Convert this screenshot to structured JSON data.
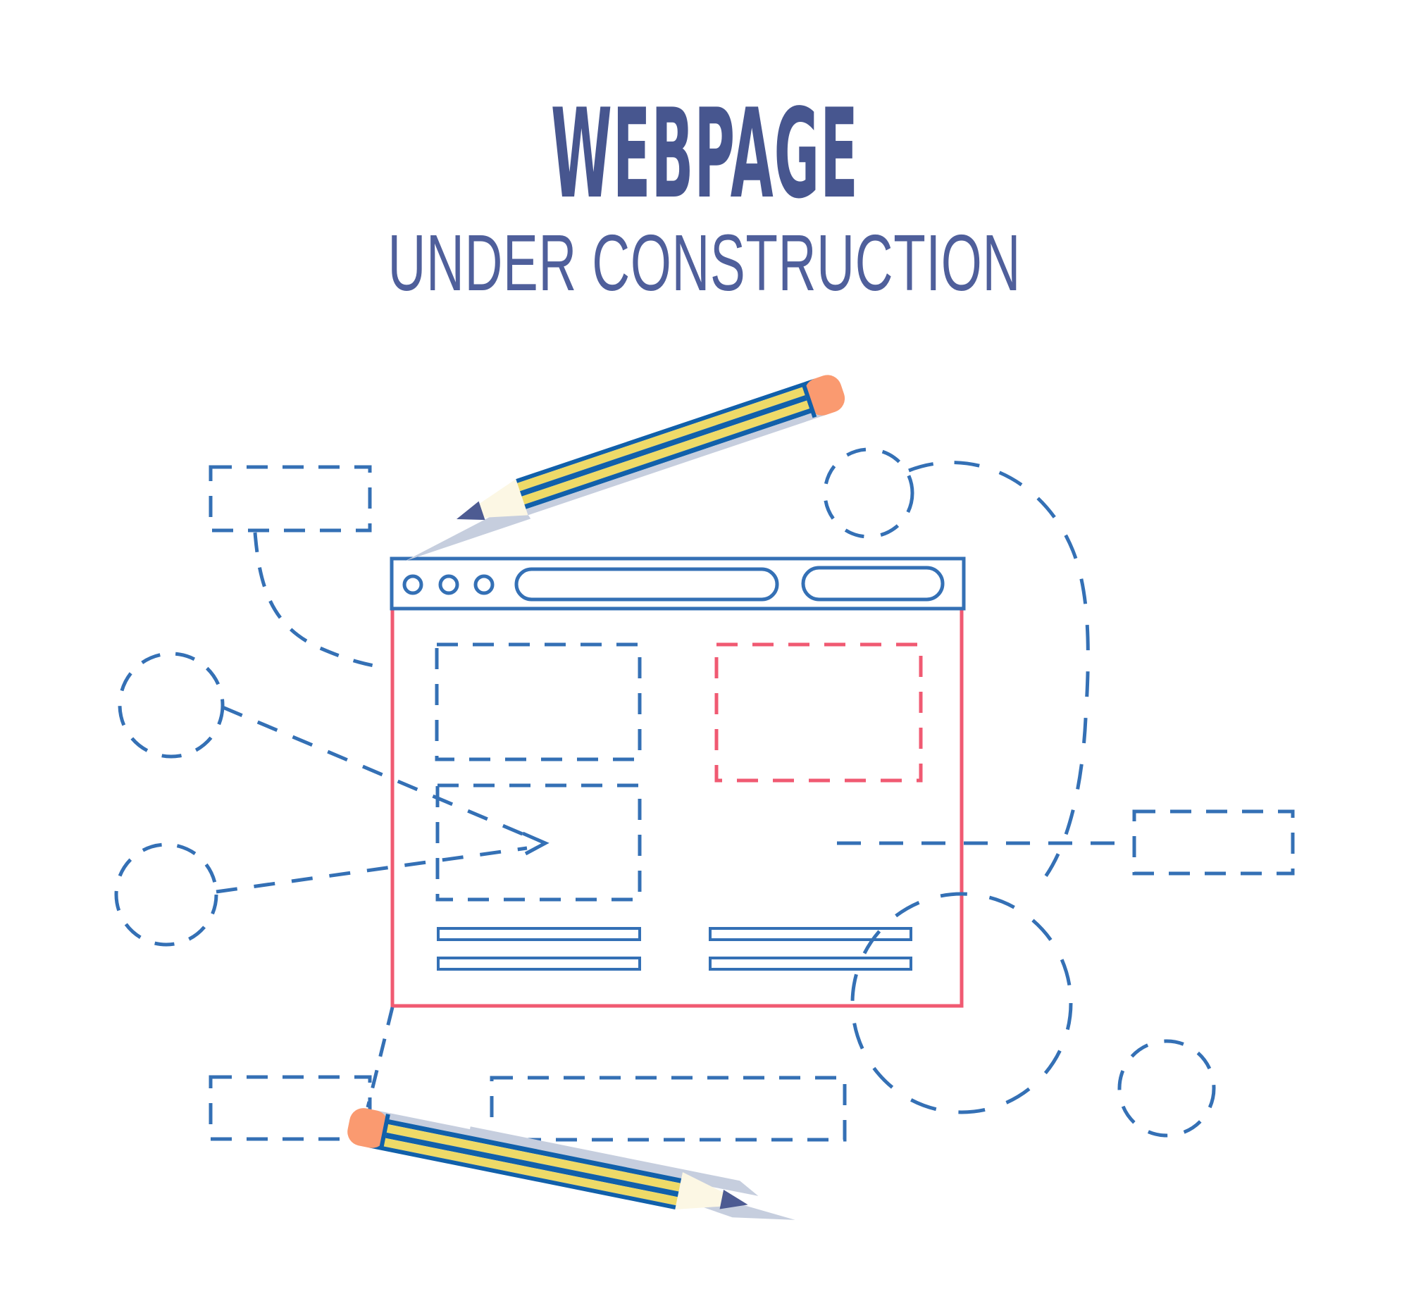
{
  "title": {
    "line1": "WEBPAGE",
    "line2": "UNDER CONSTRUCTION"
  },
  "illustration": {
    "description": "Wireframe browser window with dashed placeholder boxes, dashed connector lines, dashed circles and two yellow pencils",
    "browser_window": {
      "titlebar_dots": 3,
      "address_bar": "empty",
      "action_pill": "empty",
      "placeholder_boxes": [
        "blue-dashed-top-left",
        "red-dashed-top-right",
        "blue-dashed-middle-left"
      ],
      "text_line_bars": 4
    }
  },
  "colors": {
    "blue": "#3470b5",
    "red": "#f05a72",
    "titleDark": "#47568f",
    "titleLight": "#4f5f9b",
    "pencilYellow": "#eeda68",
    "pencilBlue": "#1160aa",
    "eraser": "#fa9a70",
    "wood": "#fcf7e4",
    "graphite": "#4d5b92",
    "pencilShadow": "#c6cede"
  }
}
